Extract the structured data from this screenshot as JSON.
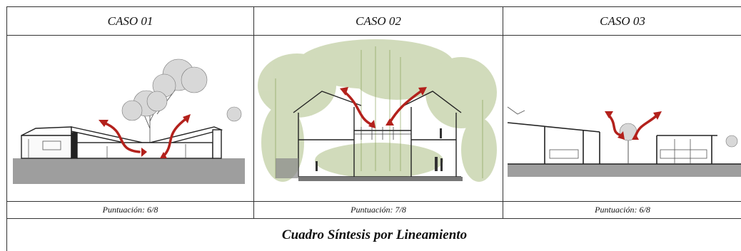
{
  "table": {
    "cases": [
      {
        "title": "CASO 01",
        "score_label": "Puntuación: 6/8",
        "drawing": "section-drawing-case-01"
      },
      {
        "title": "CASO 02",
        "score_label": "Puntuación: 7/8",
        "drawing": "section-drawing-case-02"
      },
      {
        "title": "CASO 03",
        "score_label": "Puntuación: 6/8",
        "drawing": "section-drawing-case-03"
      }
    ],
    "footer_title": "Cuadro Síntesis por Lineamiento"
  },
  "colors": {
    "border": "#333333",
    "arrow": "#b3211c",
    "vegetation": "#9bb06a",
    "ground": "#9e9e9e"
  }
}
